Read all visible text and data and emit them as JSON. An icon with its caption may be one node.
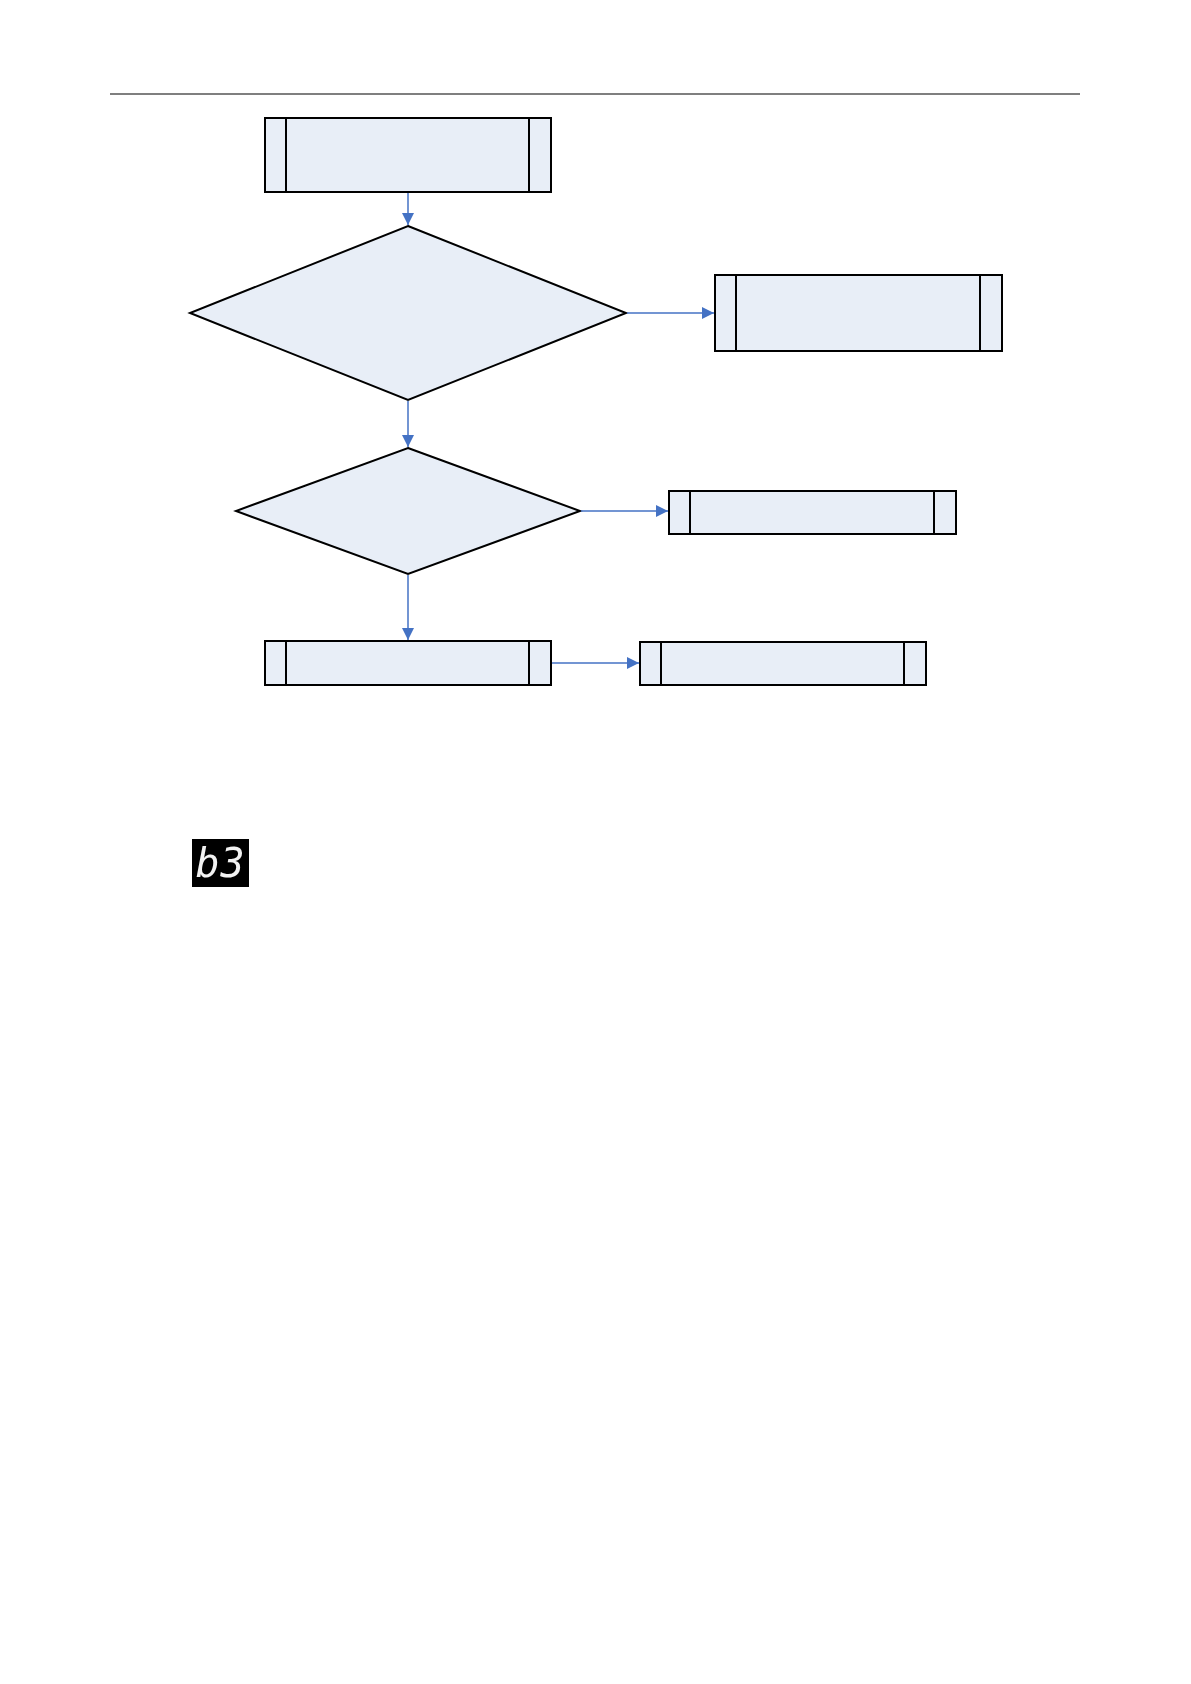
{
  "diagram": {
    "nodes": [
      {
        "text": [],
        "shape": "box"
      },
      {
        "text": [],
        "shape": "diamond"
      },
      {
        "text": [],
        "shape": "box"
      },
      {
        "text": [],
        "shape": "diamond"
      },
      {
        "text": [],
        "shape": "box"
      },
      {
        "text": [],
        "shape": "box"
      },
      {
        "text": [],
        "shape": "box"
      }
    ],
    "edges": [
      {
        "from": 0,
        "to": 1,
        "arrow": "to"
      },
      {
        "from": 1,
        "to": 2,
        "arrow": "to"
      },
      {
        "from": 1,
        "to": 3,
        "arrow": "to"
      },
      {
        "from": 3,
        "to": 4,
        "arrow": "to"
      },
      {
        "from": 3,
        "to": 5,
        "arrow": "to"
      },
      {
        "from": 5,
        "to": 6,
        "arrow": "to"
      }
    ],
    "labels": [
      "b3"
    ]
  }
}
